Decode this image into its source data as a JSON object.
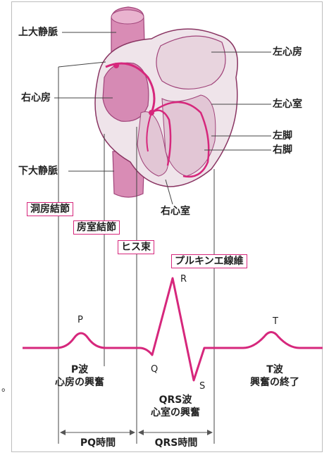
{
  "anatomy_labels": {
    "superior_vena_cava": "上大静脈",
    "right_atrium": "右心房",
    "inferior_vena_cava": "下大静脈",
    "left_atrium": "左心房",
    "left_ventricle": "左心室",
    "left_bundle": "左脚",
    "right_bundle": "右脚",
    "right_ventricle": "右心室"
  },
  "conduction_labels": {
    "sa_node": "洞房結節",
    "av_node": "房室結節",
    "his_bundle": "ヒス束",
    "purkinje": "プルキンエ線維"
  },
  "wave_letters": {
    "p": "P",
    "q": "Q",
    "r": "R",
    "s": "S",
    "t": "T"
  },
  "captions": {
    "p_title": "P波",
    "p_desc": "心房の興奮",
    "qrs_title": "QRS波",
    "qrs_desc": "心室の興奮",
    "t_title": "T波",
    "t_desc": "興奮の終了"
  },
  "intervals": {
    "pq": "PQ時間",
    "qrs": "QRS時間"
  },
  "margin_mark": "。",
  "colors": {
    "accent": "#d6277c",
    "heart_fill": "#d98cb5",
    "heart_dark": "#b03a7c"
  }
}
